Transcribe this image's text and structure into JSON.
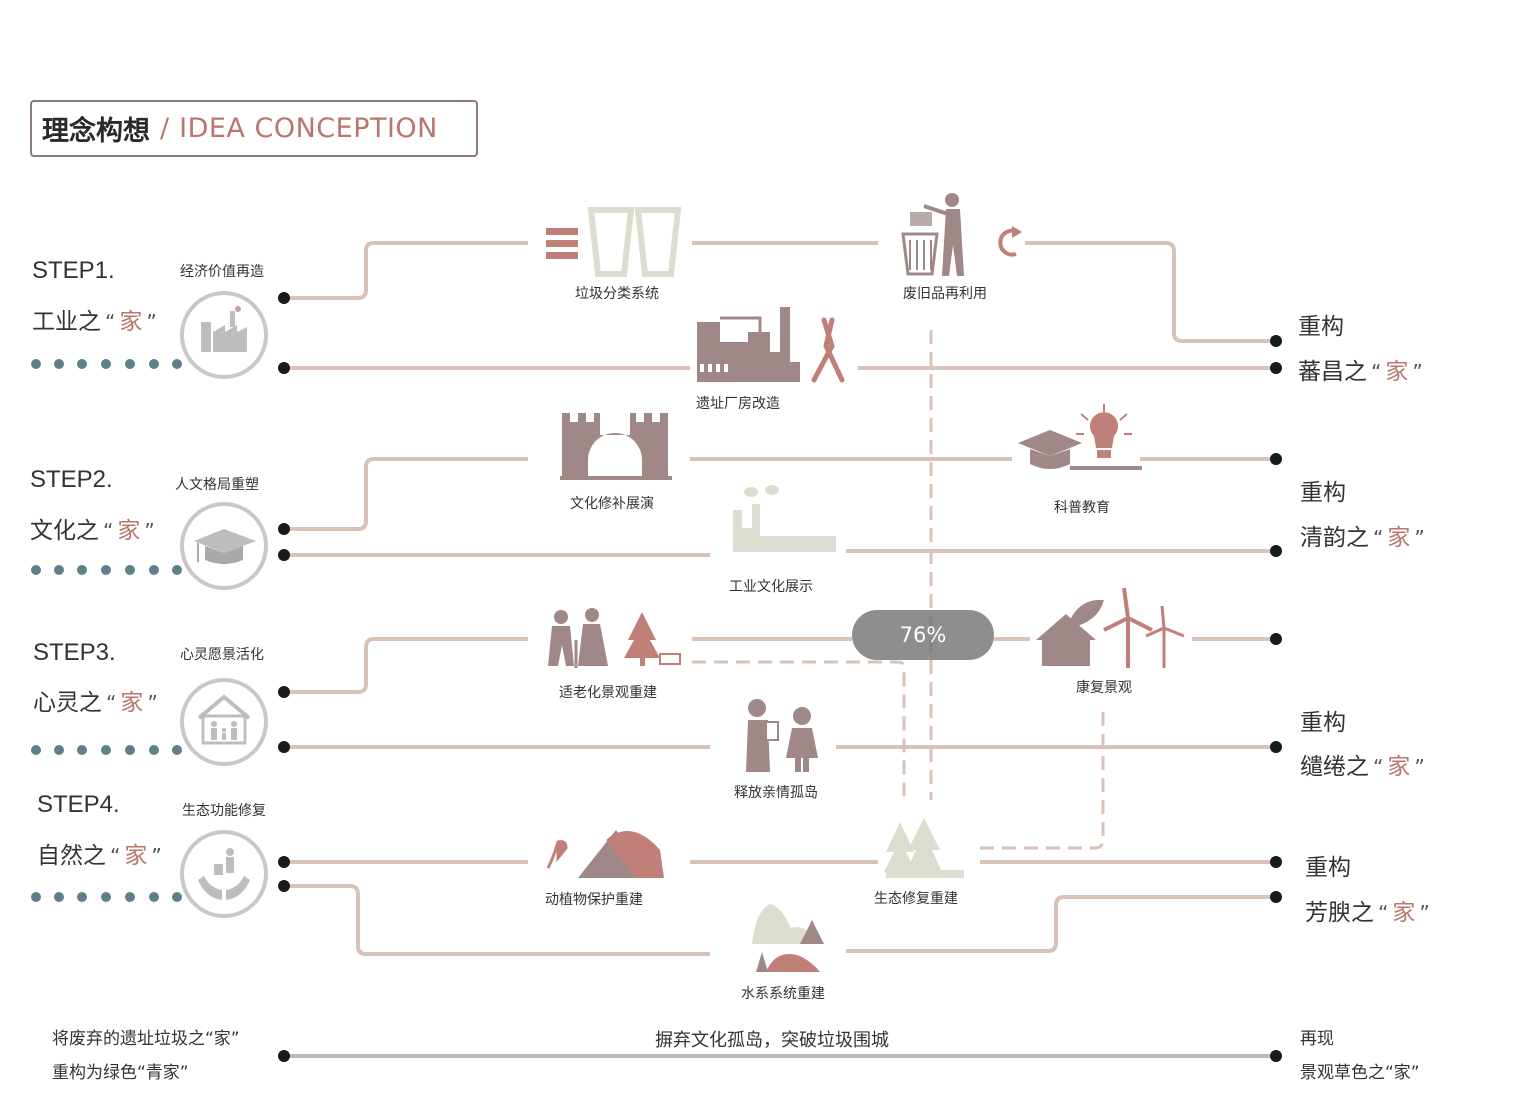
{
  "title": {
    "cn": "理念构想",
    "separator": "/",
    "en": "IDEA CONCEPTION"
  },
  "colors": {
    "line": "#d9c2b8",
    "accent": "#b8766c",
    "icon_mauve": "#a08888",
    "icon_sage": "#dcdccf",
    "dot_blue": "#5f7f8a",
    "black": "#1a1a1a"
  },
  "steps": [
    {
      "step": "STEP1.",
      "subtitle": "经济价值再造",
      "home_prefix": "工业之",
      "q_open": "“",
      "home_char": "家",
      "q_close": "”",
      "icon": "factory-icon"
    },
    {
      "step": "STEP2.",
      "subtitle": "人文格局重塑",
      "home_prefix": "文化之",
      "q_open": "“",
      "home_char": "家",
      "q_close": "”",
      "icon": "graduation-cap-icon"
    },
    {
      "step": "STEP3.",
      "subtitle": "心灵愿景活化",
      "home_prefix": "心灵之",
      "q_open": "“",
      "home_char": "家",
      "q_close": "”",
      "icon": "family-house-icon"
    },
    {
      "step": "STEP4.",
      "subtitle": "生态功能修复",
      "home_prefix": "自然之",
      "q_open": "“",
      "home_char": "家",
      "q_close": "”",
      "icon": "hands-recycle-icon"
    }
  ],
  "icons": [
    {
      "label": "垃圾分类系统",
      "icon": "sorting-bins-icon"
    },
    {
      "label": "废旧品再利用",
      "icon": "trash-recycle-icon"
    },
    {
      "label": "遗址厂房改造",
      "icon": "factory-tools-icon"
    },
    {
      "label": "文化修补展演",
      "icon": "castle-gate-icon"
    },
    {
      "label": "科普教育",
      "icon": "education-bulb-icon"
    },
    {
      "label": "工业文化展示",
      "icon": "industrial-chimney-icon"
    },
    {
      "label": "适老化景观重建",
      "icon": "elderly-tree-icon"
    },
    {
      "label": "康复景观",
      "icon": "house-windmill-icon"
    },
    {
      "label": "释放亲情孤岛",
      "icon": "parent-child-icon"
    },
    {
      "label": "动植物保护重建",
      "icon": "heron-mountain-icon"
    },
    {
      "label": "生态修复重建",
      "icon": "forest-icon"
    },
    {
      "label": "水系系统重建",
      "icon": "hill-water-icon"
    }
  ],
  "rebuilds": [
    {
      "line1": "重构",
      "prefix": "蕃昌之",
      "q_open": "“",
      "home_char": "家",
      "q_close": "”"
    },
    {
      "line1": "重构",
      "prefix": "清韵之",
      "q_open": "“",
      "home_char": "家",
      "q_close": "”"
    },
    {
      "line1": "重构",
      "prefix": "缱绻之",
      "q_open": "“",
      "home_char": "家",
      "q_close": "”"
    },
    {
      "line1": "重构",
      "prefix": "芳腴之",
      "q_open": "“",
      "home_char": "家",
      "q_close": "”"
    }
  ],
  "bottom": {
    "left_line1": "将废弃的遗址垃圾之“家”",
    "left_line2": "重构为绿色“青家”",
    "middle": "摒弃文化孤岛，突破垃圾围城",
    "right_line1": "再现",
    "right_line2": "景观草色之“家”"
  },
  "zoom": {
    "label": "76%"
  }
}
